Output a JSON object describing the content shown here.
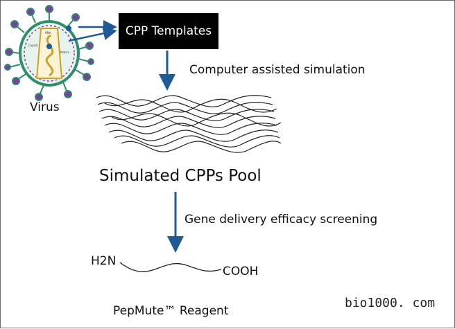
{
  "labels": {
    "virus": "Virus",
    "cpp_templates": "CPP Templates",
    "step1": "Computer assisted simulation",
    "pool": "Simulated CPPs Pool",
    "step2": "Gene delivery efficacy screening",
    "n_term": "H2N",
    "c_term": "COOH",
    "product": "PepMute™ Reagent",
    "watermark": "bio1000. com",
    "virus_inner": [
      "RNA",
      "Capsid",
      "Matrix"
    ]
  },
  "colors": {
    "arrow": "#1f5a96",
    "spike": "#7b3fa0",
    "envelope": "#2f8f6a",
    "capsid": "#c9a227"
  }
}
